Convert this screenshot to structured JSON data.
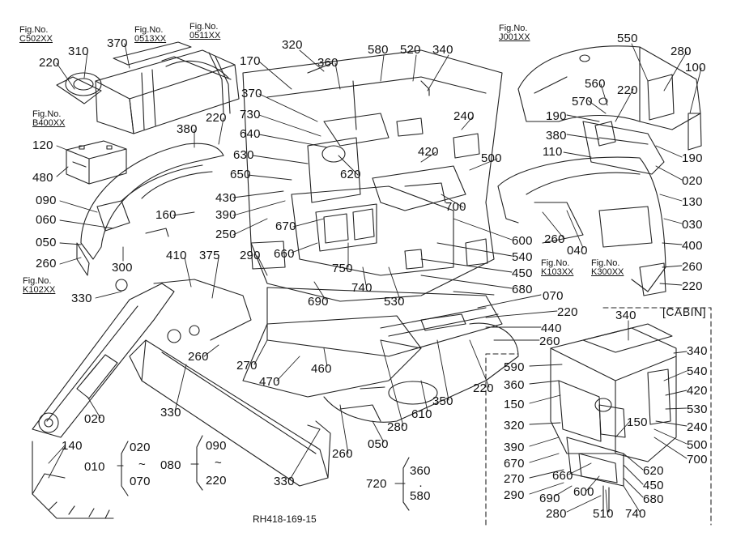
{
  "title": "",
  "drawing_number": "RH418-169-15",
  "cabin_label": "[CABIN]",
  "fig_refs": [
    {
      "id": "c502",
      "prefix": "Fig.No.",
      "code": "C502XX"
    },
    {
      "id": "0513",
      "prefix": "Fig.No.",
      "code": "0513XX"
    },
    {
      "id": "0511",
      "prefix": "Fig.No.",
      "code": "0511XX"
    },
    {
      "id": "j001",
      "prefix": "Fig.No.",
      "code": "J001XX"
    },
    {
      "id": "b400",
      "prefix": "Fig.No.",
      "code": "B400XX"
    },
    {
      "id": "k102",
      "prefix": "Fig.No.",
      "code": "K102XX"
    },
    {
      "id": "k103",
      "prefix": "Fig.No.",
      "code": "K103XX"
    },
    {
      "id": "k300",
      "prefix": "Fig.No.",
      "code": "K300XX"
    }
  ],
  "parts": {
    "p010": "010",
    "p020a": "020",
    "p020b": "020",
    "p020c": "020",
    "p030": "030",
    "p040": "040",
    "p050a": "050",
    "p050b": "050",
    "p060": "060",
    "p070a": "070",
    "p070b": "070",
    "p080": "080",
    "p090a": "090",
    "p090b": "090",
    "p100": "100",
    "p110": "110",
    "p120": "120",
    "p130": "130",
    "p140": "140",
    "p150a": "150",
    "p150b": "150",
    "p160": "160",
    "p170": "170",
    "p190a": "190",
    "p190b": "190",
    "p220a": "220",
    "p220b": "220",
    "p220c": "220",
    "p220d": "220",
    "p220e": "220",
    "p220f": "220",
    "p220g": "220",
    "p240a": "240",
    "p240b": "240",
    "p250": "250",
    "p260a": "260",
    "p260b": "260",
    "p260c": "260",
    "p260d": "260",
    "p260e": "260",
    "p260f": "260",
    "p270a": "270",
    "p270b": "270",
    "p280a": "280",
    "p280b": "280",
    "p280c": "280",
    "p290a": "290",
    "p290b": "290",
    "p300": "300",
    "p310": "310",
    "p320a": "320",
    "p320b": "320",
    "p330a": "330",
    "p330b": "330",
    "p330c": "330",
    "p340a": "340",
    "p340b": "340",
    "p340c": "340",
    "p350": "350",
    "p360a": "360",
    "p360b": "360",
    "p360c": "360",
    "p370a": "370",
    "p370b": "370",
    "p375": "375",
    "p380a": "380",
    "p380b": "380",
    "p390a": "390",
    "p390b": "390",
    "p400": "400",
    "p410": "410",
    "p420a": "420",
    "p420b": "420",
    "p430": "430",
    "p440": "440",
    "p450a": "450",
    "p450b": "450",
    "p460": "460",
    "p470": "470",
    "p480": "480",
    "p500a": "500",
    "p500b": "500",
    "p510": "510",
    "p520": "520",
    "p530a": "530",
    "p530b": "530",
    "p540a": "540",
    "p540b": "540",
    "p550": "550",
    "p560": "560",
    "p570": "570",
    "p580a": "580",
    "p580b": "580",
    "p590": "590",
    "p600a": "600",
    "p600b": "600",
    "p610": "610",
    "p620a": "620",
    "p620b": "620",
    "p630": "630",
    "p640": "640",
    "p650": "650",
    "p660a": "660",
    "p660b": "660",
    "p670a": "670",
    "p670b": "670",
    "p680a": "680",
    "p680b": "680",
    "p690a": "690",
    "p690b": "690",
    "p700a": "700",
    "p700b": "700",
    "p720": "720",
    "p730": "730",
    "p740a": "740",
    "p740b": "740",
    "p750": "750"
  },
  "range_groups": [
    {
      "id": "g010",
      "start": "020",
      "sep": "~",
      "end": "070"
    },
    {
      "id": "g080",
      "start": "090",
      "sep": "~",
      "end": "220"
    },
    {
      "id": "g720",
      "start": "360",
      "sep": "·",
      "end": "580"
    }
  ]
}
